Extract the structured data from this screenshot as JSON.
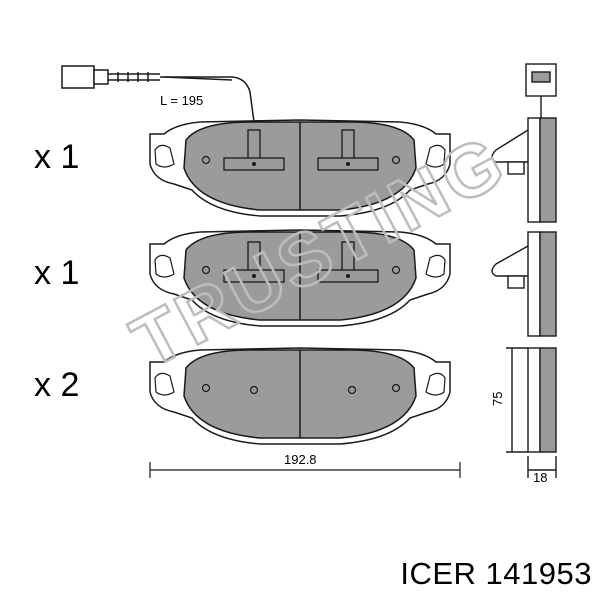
{
  "quantities": [
    "x 1",
    "x 1",
    "x 2"
  ],
  "sensor_length_label": "L = 195",
  "dimensions": {
    "width": "192.8",
    "height": "75",
    "thickness": "18"
  },
  "watermark": "TRUSTING",
  "caption": "ICER 141953",
  "colors": {
    "pad_fill": "#9b9b9b",
    "outline": "#1a1a1a",
    "background": "#ffffff",
    "watermark": "#c8c8c8"
  }
}
